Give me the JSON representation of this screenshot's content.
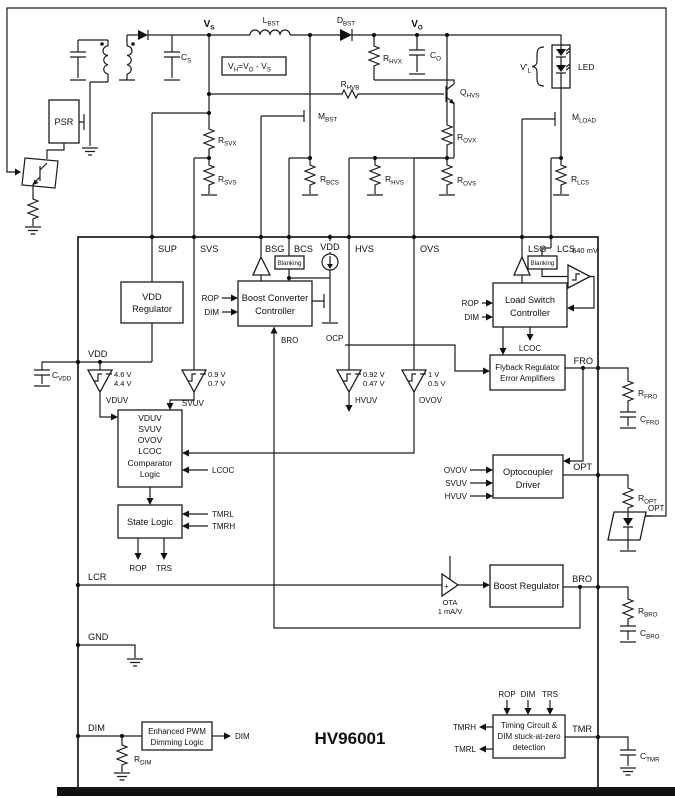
{
  "chip": {
    "name": "HV96001"
  },
  "colors": {
    "line": "#1c1c1c",
    "background": "#ffffff",
    "text": "#111111"
  },
  "pins": {
    "top": [
      "SUP",
      "SVS",
      "BSG",
      "BCS",
      "VDD",
      "HVS",
      "OVS",
      "LSG",
      "LCS"
    ],
    "left": [
      "VDD",
      "LCR",
      "GND",
      "DIM"
    ],
    "right": [
      "FRO",
      "OPT",
      "BRO",
      "TMR"
    ]
  },
  "nodes": {
    "vs": {
      "m": "V",
      "s": "S"
    },
    "vo": {
      "m": "V",
      "s": "O"
    },
    "vl": {
      "m": "V'",
      "s": "L"
    },
    "led": "LED",
    "formula": {
      "m1": "V",
      "s1": "H",
      "m2": "=V",
      "s2": "O",
      "m3": " - V",
      "s3": "S"
    }
  },
  "components": {
    "lbst": {
      "m": "L",
      "s": "BST"
    },
    "dbst": {
      "m": "D",
      "s": "BST"
    },
    "cs": {
      "m": "C",
      "s": "S"
    },
    "co": {
      "m": "C",
      "s": "O"
    },
    "rhvx": {
      "m": "R",
      "s": "HVX"
    },
    "rhvb": {
      "m": "R",
      "s": "HVB"
    },
    "qhvs": {
      "m": "Q",
      "s": "HVS"
    },
    "mbst": {
      "m": "M",
      "s": "BST"
    },
    "rsvx": {
      "m": "R",
      "s": "SVX"
    },
    "rsvs": {
      "m": "R",
      "s": "SVS"
    },
    "rbcs": {
      "m": "R",
      "s": "BCS"
    },
    "rhvs": {
      "m": "R",
      "s": "HVS"
    },
    "rovx": {
      "m": "R",
      "s": "OVX"
    },
    "rovs": {
      "m": "R",
      "s": "OVS"
    },
    "mload": {
      "m": "M",
      "s": "LOAD"
    },
    "rlcs": {
      "m": "R",
      "s": "LCS"
    },
    "cvdd": {
      "m": "C",
      "s": "VDD"
    },
    "rdim": {
      "m": "R",
      "s": "DIM"
    },
    "rfro": {
      "m": "R",
      "s": "FRO"
    },
    "cfro": {
      "m": "C",
      "s": "FRO"
    },
    "ropt": {
      "m": "R",
      "s": "OPT"
    },
    "rbro": {
      "m": "R",
      "s": "BRO"
    },
    "cbro": {
      "m": "C",
      "s": "BRO"
    },
    "ctmr": {
      "m": "C",
      "s": "TMR"
    }
  },
  "blocks": {
    "psr": "PSR",
    "vdd_reg": [
      "VDD",
      "Regulator"
    ],
    "bcc": [
      "Boost Converter",
      "Controller"
    ],
    "lsc": [
      "Load Switch",
      "Controller"
    ],
    "blanking": "Blanking",
    "comp_logic": [
      "VDUV",
      "SVUV",
      "OVOV",
      "LCOC",
      "Comparator",
      "Logic"
    ],
    "state_logic": "State Logic",
    "flyback": [
      "Flyback Regulator",
      "Error Amplifiers"
    ],
    "opto": [
      "Optocoupler",
      "Driver"
    ],
    "boost_reg": "Boost Regulator",
    "pwm": [
      "Enhanced PWM",
      "Dimming Logic"
    ],
    "timing": [
      "Timing Circuit &",
      "DIM stuck-at-zero",
      "detection"
    ]
  },
  "comparators": {
    "vduv": {
      "hi": "4.6 V",
      "lo": "4.4 V",
      "name": "VDUV"
    },
    "svuv": {
      "hi": "0.9 V",
      "lo": "0.7 V",
      "name": "SVUV"
    },
    "hvuv": {
      "hi": "0.92 V",
      "lo": "0.47 V",
      "name": "HVUV"
    },
    "ovov": {
      "hi": "1 V",
      "lo": "0.5 V",
      "name": "OVOV"
    },
    "lcs_ref": "640 mV"
  },
  "signals": {
    "rop": "ROP",
    "dim": "DIM",
    "bro": "BRO",
    "ocp": "OCP",
    "lcoc": "LCOC",
    "tmrl": "TMRL",
    "tmrh": "TMRH",
    "trs": "TRS",
    "opt": "OPT",
    "ota": "OTA",
    "ota_gain": "1 mA/V",
    "ovov": "OVOV",
    "svuv": "SVUV",
    "hvuv": "HVUV"
  }
}
